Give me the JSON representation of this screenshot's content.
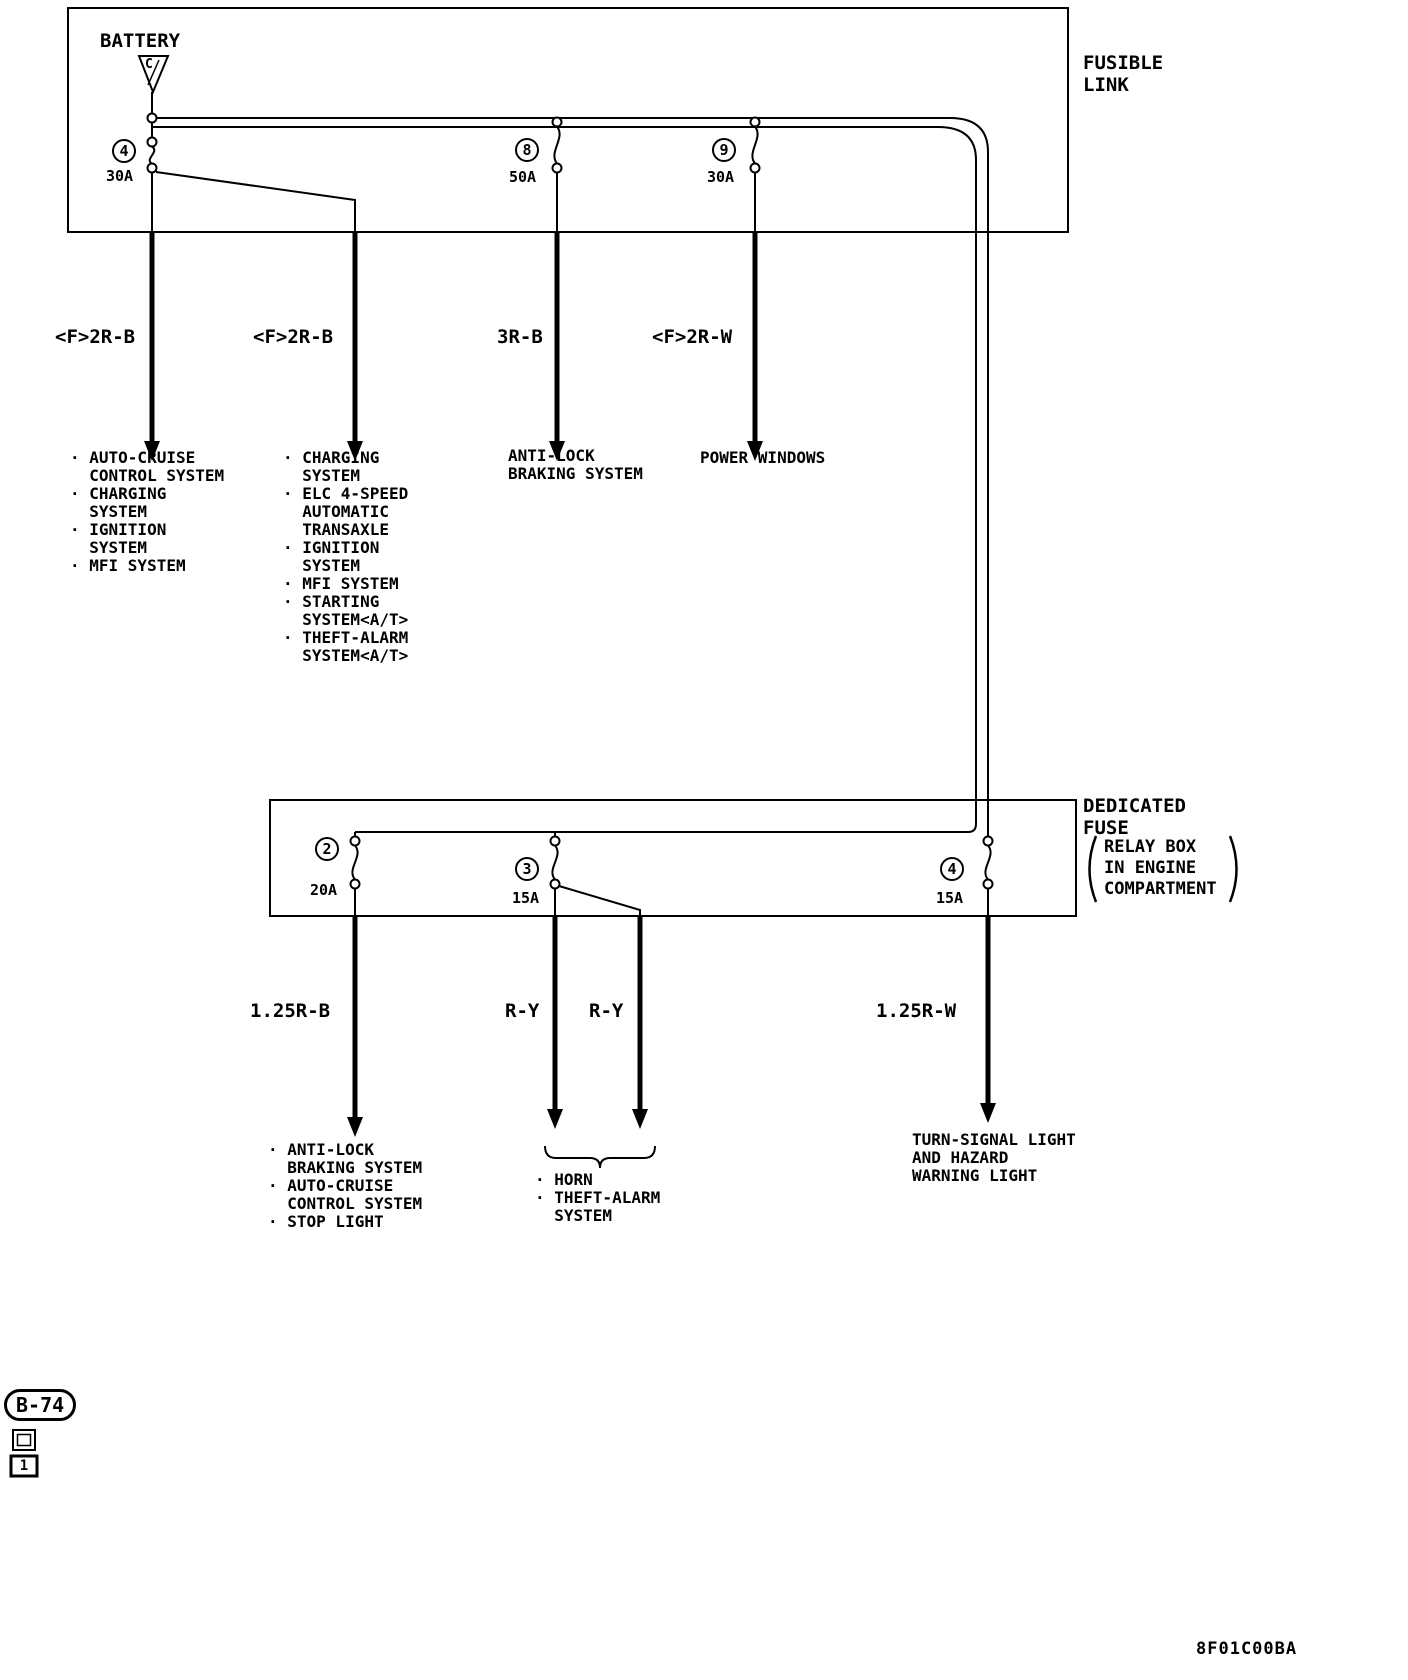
{
  "fusible_link_box": {
    "battery_label": "BATTERY",
    "connector_label": "C",
    "box_label": "FUSIBLE\nLINK",
    "fuses": [
      {
        "number": "4",
        "amperage": "30A"
      },
      {
        "number": "8",
        "amperage": "50A"
      },
      {
        "number": "9",
        "amperage": "30A"
      }
    ]
  },
  "top_circuits": [
    {
      "wire_label": "<F>2R-B",
      "destinations": "· AUTO-CRUISE\n  CONTROL SYSTEM\n· CHARGING\n  SYSTEM\n· IGNITION\n  SYSTEM\n· MFI SYSTEM"
    },
    {
      "wire_label": "<F>2R-B",
      "destinations": "· CHARGING\n  SYSTEM\n· ELC 4-SPEED\n  AUTOMATIC\n  TRANSAXLE\n· IGNITION\n  SYSTEM\n· MFI SYSTEM\n· STARTING\n  SYSTEM<A/T>\n· THEFT-ALARM\n  SYSTEM<A/T>"
    },
    {
      "wire_label": "3R-B",
      "destinations": "ANTI-LOCK\nBRAKING SYSTEM"
    },
    {
      "wire_label": "<F>2R-W",
      "destinations": "POWER WINDOWS"
    }
  ],
  "dedicated_fuse_box": {
    "box_label": "DEDICATED\nFUSE",
    "location_note": "RELAY BOX\nIN ENGINE\nCOMPARTMENT",
    "fuses": [
      {
        "number": "2",
        "amperage": "20A"
      },
      {
        "number": "3",
        "amperage": "15A"
      },
      {
        "number": "4",
        "amperage": "15A"
      }
    ]
  },
  "bottom_circuits": [
    {
      "wire_label": "1.25R-B",
      "destinations": "· ANTI-LOCK\n  BRAKING SYSTEM\n· AUTO-CRUISE\n  CONTROL SYSTEM\n· STOP LIGHT"
    },
    {
      "wire_label": "R-Y"
    },
    {
      "wire_label": "R-Y"
    },
    {
      "wire_label": "1.25R-W",
      "destinations": "TURN-SIGNAL LIGHT\nAND HAZARD\nWARNING LIGHT"
    }
  ],
  "braced_destinations": "· HORN\n· THEFT-ALARM\n  SYSTEM",
  "footer": {
    "page_ref": "B-74",
    "connector_pin": "1",
    "doc_code": "8F01C00BA"
  }
}
